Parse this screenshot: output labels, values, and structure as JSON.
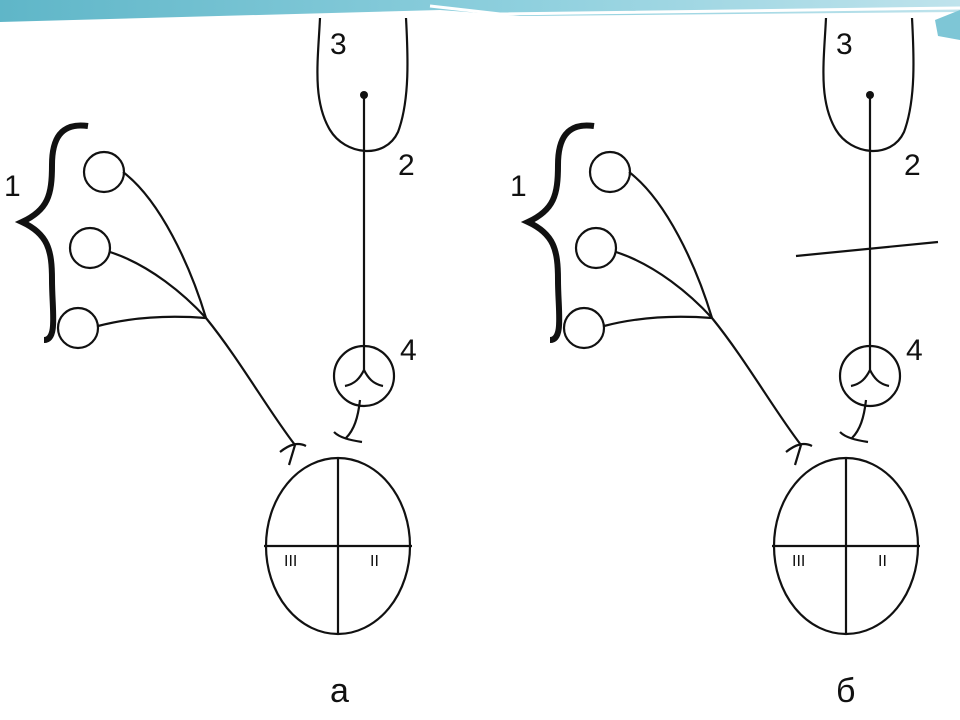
{
  "colors": {
    "ink": "#111111",
    "header_band": "#5fb6c8",
    "header_band_light": "#bfe3ec",
    "background": "#ffffff"
  },
  "diagrams": [
    {
      "caption": "а",
      "labels": {
        "group": "1",
        "junction": "2",
        "cortex": "3",
        "relay": "4"
      },
      "marks": {
        "left": "III",
        "right": "II"
      }
    },
    {
      "caption": "б",
      "labels": {
        "group": "1",
        "junction": "2",
        "cortex": "3",
        "relay": "4"
      },
      "marks": {
        "left": "III",
        "right": "II"
      }
    }
  ]
}
